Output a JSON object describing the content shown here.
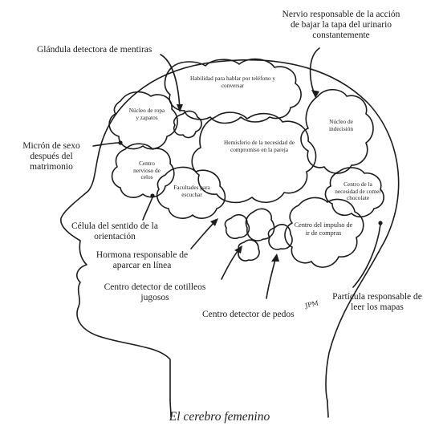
{
  "caption": "El cerebro femenino",
  "signature": "JPM",
  "outer_labels": {
    "nervio": "Nervio responsable de la acción de bajar la tapa del urinario constantemente",
    "glandula": "Glándula detectora de mentiras",
    "micron": "Micrón de sexo después del matrimonio",
    "celula": "Célula del sentido de la orientación",
    "hormona": "Hormona responsable de aparcar en línea",
    "cotilleos": "Centro detector de cotilleos jugosos",
    "pedos": "Centro detector de pedos",
    "particula": "Partícula responsable de leer los mapas"
  },
  "inner_labels": {
    "habilidad": "Habilidad para hablar por teléfono y conversar",
    "ropa": "Núcleo de ropa y zapatos",
    "indecision": "Núcleo de indecisión",
    "hemisferio": "Hemisferio de la necesidad de compromiso en la pareja",
    "celos": "Centro nervioso de celos",
    "escuchar": "Facultades para escuchar",
    "chocolate": "Centro de la necesidad de comer chocolate",
    "compras": "Centro del impulso de ir de compras"
  }
}
